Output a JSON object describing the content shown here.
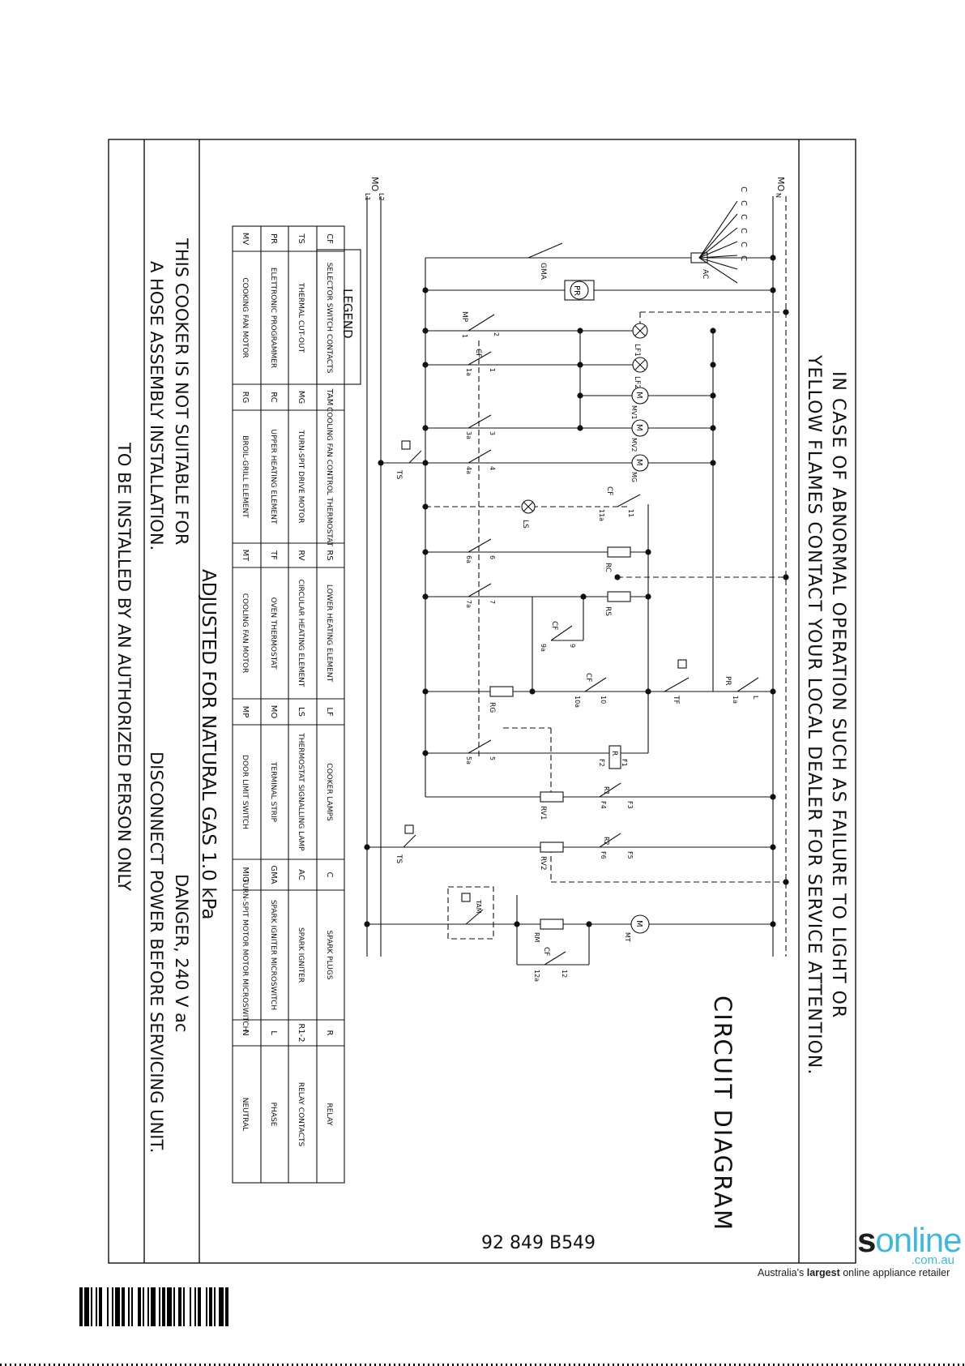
{
  "warning": {
    "line1": "IN CASE OF ABNORMAL OPERATION SUCH AS FAILURE TO LIGHT OR",
    "line2": "YELLOW FLAMES CONTACT YOUR LOCAL DEALER FOR SERVICE ATTENTION."
  },
  "title": "CIRCUIT DIAGRAM",
  "drawing_number": "92 849 B549",
  "footer": {
    "gas": "ADJUSTED FOR NATURAL GAS 1.0 kPa",
    "hose1": "THIS COOKER IS NOT SUITABLE FOR",
    "hose2": "A HOSE ASSEMBLY INSTALLATION.",
    "danger": "DANGER, 240 V ac",
    "disconnect": "DISCONNECT POWER BEFORE SERVICING UNIT.",
    "installer": "TO BE INSTALLED BY AN AUTHORIZED PERSON ONLY"
  },
  "legend": {
    "heading": "LEGEND",
    "rows": [
      [
        [
          "CF",
          "SELECTOR SWITCH CONTACTS"
        ],
        [
          "TAM",
          "COOLING FAN CONTROL THERMOSTAT"
        ],
        [
          "RS",
          "LOWER HEATING ELEMENT"
        ],
        [
          "LF",
          "COOKER LAMPS"
        ],
        [
          "C",
          "SPARK PLUGS"
        ],
        [
          "R",
          "RELAY"
        ]
      ],
      [
        [
          "TS",
          "THERMAL CUT-OUT"
        ],
        [
          "MG",
          "TURN-SPIT DRIVE MOTOR"
        ],
        [
          "RV",
          "CIRCULAR HEATING ELEMENT"
        ],
        [
          "LS",
          "THERMOSTAT SIGNALLING LAMP"
        ],
        [
          "AC",
          "SPARK IGNITER"
        ],
        [
          "R1-2",
          "RELAY CONTACTS"
        ]
      ],
      [
        [
          "PR",
          "ELETTRONIC PROGRAMMER"
        ],
        [
          "RC",
          "UPPER HEATING ELEMENT"
        ],
        [
          "TF",
          "OVEN THERMOSTAT"
        ],
        [
          "MO",
          "TERMINAL STRIP"
        ],
        [
          "GMA",
          "SPARK IGNITER MICROSWITCH"
        ],
        [
          "L",
          "PHASE"
        ]
      ],
      [
        [
          "MV",
          "COOKING FAN MOTOR"
        ],
        [
          "RG",
          "BROIL-GRILL ELEMENT"
        ],
        [
          "MT",
          "COOLING FAN MOTOR"
        ],
        [
          "MP",
          "DOOR LIMIT SWITCH"
        ],
        [
          "MIG",
          "TURN-SPIT MOTOR MOTOR MICROSWITCH"
        ],
        [
          "N",
          "NEUTRAL"
        ]
      ]
    ]
  },
  "labels": {
    "mo": "MO",
    "n": "N",
    "l1": "L1",
    "l2": "L2",
    "c": "C",
    "ac": "AC",
    "gma": "GMA",
    "pr": "PR",
    "mp": "MP",
    "cf": "CF",
    "lf1": "LF1",
    "lf2": "LF2",
    "m": "M",
    "mv1": "MV1",
    "mv2": "MV2",
    "mg": "MG",
    "ts": "TS",
    "ls": "LS",
    "rc": "RC",
    "rs": "RS",
    "rg": "RG",
    "tf": "TF",
    "r": "R",
    "f1": "F1",
    "f2": "F2",
    "r1": "R1",
    "r2": "R2",
    "f3": "F3",
    "f4": "F4",
    "f5": "F5",
    "f6": "F6",
    "rv1": "RV1",
    "rv2": "RV2",
    "tam": "TAM",
    "rm": "RM",
    "mt": "MT",
    "l": "L",
    "n1": "1",
    "n1a": "1a",
    "n2": "2",
    "n3": "3",
    "n3a": "3a",
    "n4": "4",
    "n4a": "4a",
    "n5": "5",
    "n5a": "5a",
    "n6": "6",
    "n6a": "6a",
    "n7": "7",
    "n7a": "7a",
    "n9": "9",
    "n9a": "9a",
    "n10": "10",
    "n10a": "10a",
    "n11": "11",
    "n11a": "11a",
    "n12": "12",
    "n12a": "12a"
  },
  "brand": {
    "logo_bold": "s",
    "logo_rest": "online",
    "domain": ".com.au",
    "tagline_pre": "Australia's ",
    "tagline_bold": "largest",
    "tagline_post": " online appliance retailer"
  }
}
